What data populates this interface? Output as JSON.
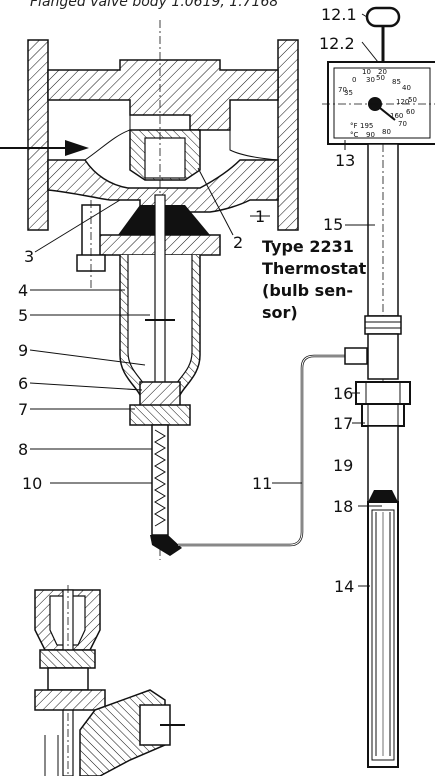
{
  "header_text": "Flanged valve body 1.0619, 1.7168",
  "callouts": {
    "c12_1": "12.1",
    "c12_2": "12.2",
    "c13": "13",
    "c15": "15",
    "c1": "1",
    "c2": "2",
    "c3": "3",
    "c4": "4",
    "c5": "5",
    "c9": "9",
    "c6": "6",
    "c7": "7",
    "c8": "8",
    "c10": "10",
    "c11": "11",
    "c16": "16",
    "c17": "17",
    "c19": "19",
    "c18": "18",
    "c14": "14"
  },
  "caption": {
    "line1": "Type 2231",
    "line2": "Thermostat",
    "line3": "(bulb sen-",
    "line4": "sor)"
  },
  "dial": {
    "t10": "10",
    "t20": "20",
    "t30": "30",
    "t0": "0",
    "t40": "40",
    "t50": "50",
    "t60": "60",
    "t70": "70",
    "t80": "80",
    "t90": "90",
    "unit_f": "°F",
    "unit_c": "°C",
    "f195": "195",
    "f120": "120",
    "f85": "85",
    "f50": "50",
    "f35": "35",
    "f70": "70",
    "f160": "160"
  }
}
